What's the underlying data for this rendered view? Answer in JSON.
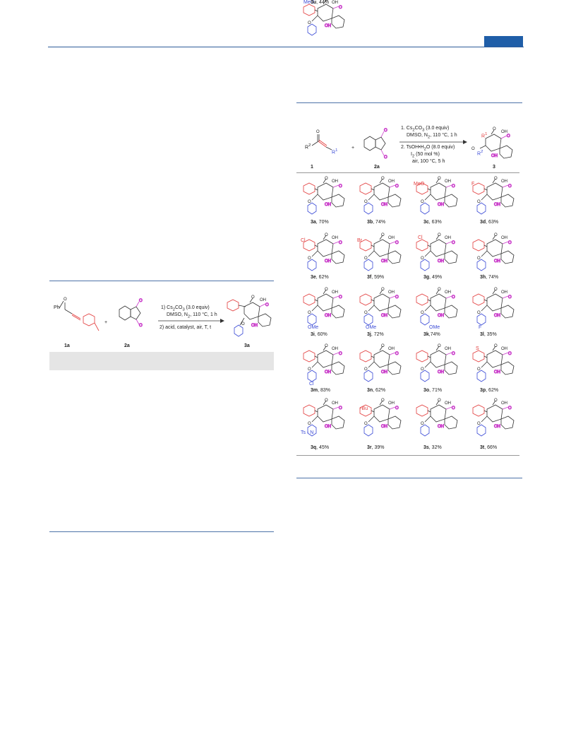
{
  "left_scheme": {
    "reactant1_label": "1a",
    "reactant1_group": "Ph",
    "reactant2_label": "2a",
    "product_label": "3a",
    "plus": "+",
    "cond_line1": "1) Cs",
    "cond_line1_sub": "2",
    "cond_line1_b": "CO",
    "cond_line1_sub2": "3",
    "cond_line1_c": " (3.0 equiv)",
    "cond_line2": "DMSO, N",
    "cond_line2_sub": "2",
    "cond_line2_b": ", 110 °C, 1 h",
    "cond_line3": "2) acid, catalyst, air, T, t",
    "oh_label": "OH"
  },
  "right_scheme": {
    "reactant1_label": "1",
    "reactant2_label": "2a",
    "product_label": "3",
    "plus": "+",
    "cond_line1": "1. Cs",
    "cond_line1_sub": "2",
    "cond_line1_b": "CO",
    "cond_line1_sub2": "3",
    "cond_line1_c": " (3.0 equiv)",
    "cond_line2": "DMSO, N",
    "cond_line2_sub": "2",
    "cond_line2_b": ", 110 °C, 1 h",
    "cond_line3": "2. TsOH•H",
    "cond_line3_sub": "2",
    "cond_line3_b": "O (8.0 equiv)",
    "cond_line4": "I",
    "cond_line4_sub": "2",
    "cond_line4_b": " (50 mol %)",
    "cond_line5": "air, 100 °C, 5 h",
    "r1": "R",
    "r1_sup": "1",
    "r2": "R",
    "r2_sup": "2",
    "oh_label": "OH"
  },
  "products": [
    {
      "id": "3a",
      "yield": ", 70%"
    },
    {
      "id": "3b",
      "yield": ", 74%"
    },
    {
      "id": "3c",
      "yield": ", 63%"
    },
    {
      "id": "3d",
      "yield": ", 63%"
    },
    {
      "id": "3e",
      "yield": ", 62%"
    },
    {
      "id": "3f",
      "yield": ", 59%"
    },
    {
      "id": "3g",
      "yield": ", 49%"
    },
    {
      "id": "3h",
      "yield": ", 74%"
    },
    {
      "id": "3i",
      "yield": ", 60%"
    },
    {
      "id": "3j",
      "yield": ", 72%"
    },
    {
      "id": "3k",
      "yield": ",74%"
    },
    {
      "id": "3l",
      "yield": ", 35%"
    },
    {
      "id": "3m",
      "yield": ", 83%"
    },
    {
      "id": "3n",
      "yield": ", 62%"
    },
    {
      "id": "3o",
      "yield": ", 71%"
    },
    {
      "id": "3p",
      "yield": ", 62%"
    },
    {
      "id": "3q",
      "yield": ", 45%"
    },
    {
      "id": "3r",
      "yield": ", 39%"
    },
    {
      "id": "3s",
      "yield": ", 32%"
    },
    {
      "id": "3t",
      "yield": ", 66%"
    },
    {
      "id": "3u",
      "yield": ", 44%"
    }
  ],
  "substituent_labels": {
    "meo": "MeO",
    "f": "F",
    "cl": "Cl",
    "br": "Br",
    "ome": "OMe",
    "nbu": "ⁿBu",
    "ts_n": "Ts - N",
    "s": "S"
  },
  "colors": {
    "accent_rule": "#2e5b99",
    "corner_tab": "#1f5ea8",
    "gray_box": "#e5e5e5",
    "red": "#e23b3b",
    "blue": "#3b4bd6",
    "magenta": "#c93bc9"
  }
}
